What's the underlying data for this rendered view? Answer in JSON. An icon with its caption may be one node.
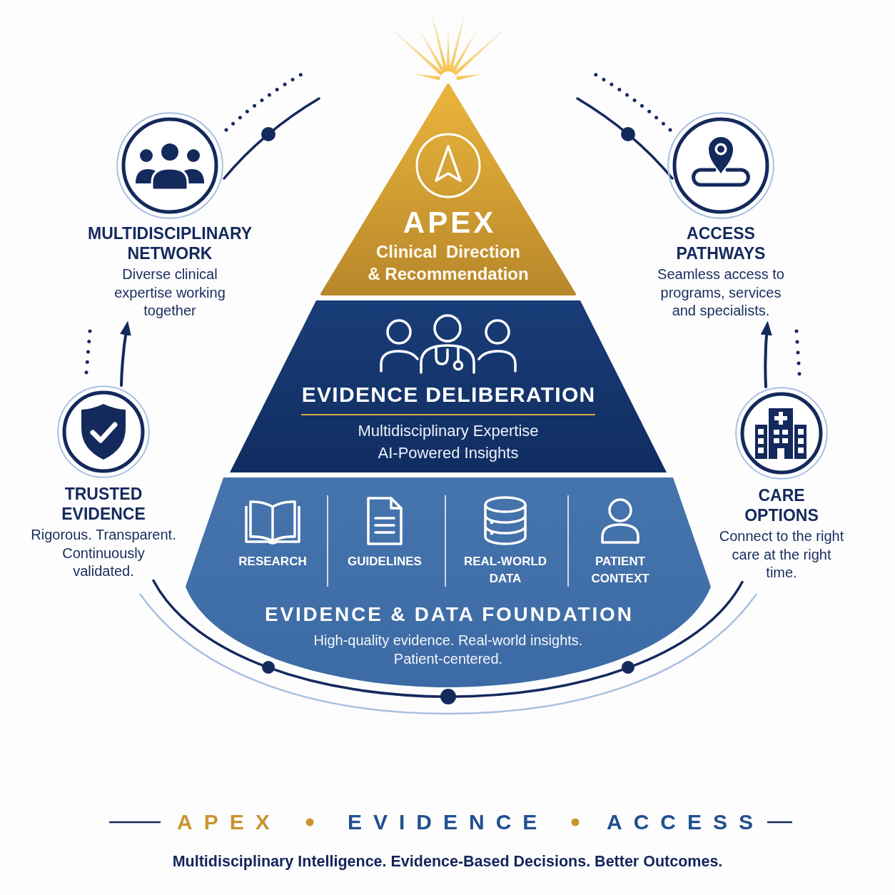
{
  "diagram": {
    "nodes": [
      {
        "text": [
          "APEX",
          "Clinical Direction & Recommendation"
        ]
      },
      {
        "text": [
          "MULTIDISCIPLINARY NETWORK",
          "Diverse clinical expertise working together"
        ]
      },
      {
        "text": [
          "ACCESS PATHWAYS",
          "Seamless access to programs, services and specialists."
        ]
      },
      {
        "text": [
          "EVIDENCE DELIBERATION",
          "Multidisciplinary Expertise",
          "AI-Powered Insights"
        ]
      },
      {
        "text": [
          "TRUSTED EVIDENCE",
          "Rigorous. Transparent. Continuously validated."
        ]
      },
      {
        "text": [
          "CARE OPTIONS",
          "Connect to the right care at the right time."
        ]
      },
      {
        "text": [
          "RESEARCH",
          "GUIDELINES",
          "REAL-WORLD DATA",
          "PATIENT CONTEXT",
          "EVIDENCE & DATA FOUNDATION",
          "High-quality evidence. Real-world insights. Patient-centered."
        ]
      }
    ],
    "edges": [
      {
        "from": 4,
        "to": 1,
        "arrow": "to"
      },
      {
        "from": 5,
        "to": 2,
        "arrow": "to"
      },
      {
        "from": 4,
        "to": 5,
        "arrow": "none"
      }
    ],
    "labels": [
      "APEX",
      "EVIDENCE",
      "ACCESS",
      "Multidisciplinary Intelligence. Evidence-Based Decisions. Better Outcomes."
    ]
  }
}
